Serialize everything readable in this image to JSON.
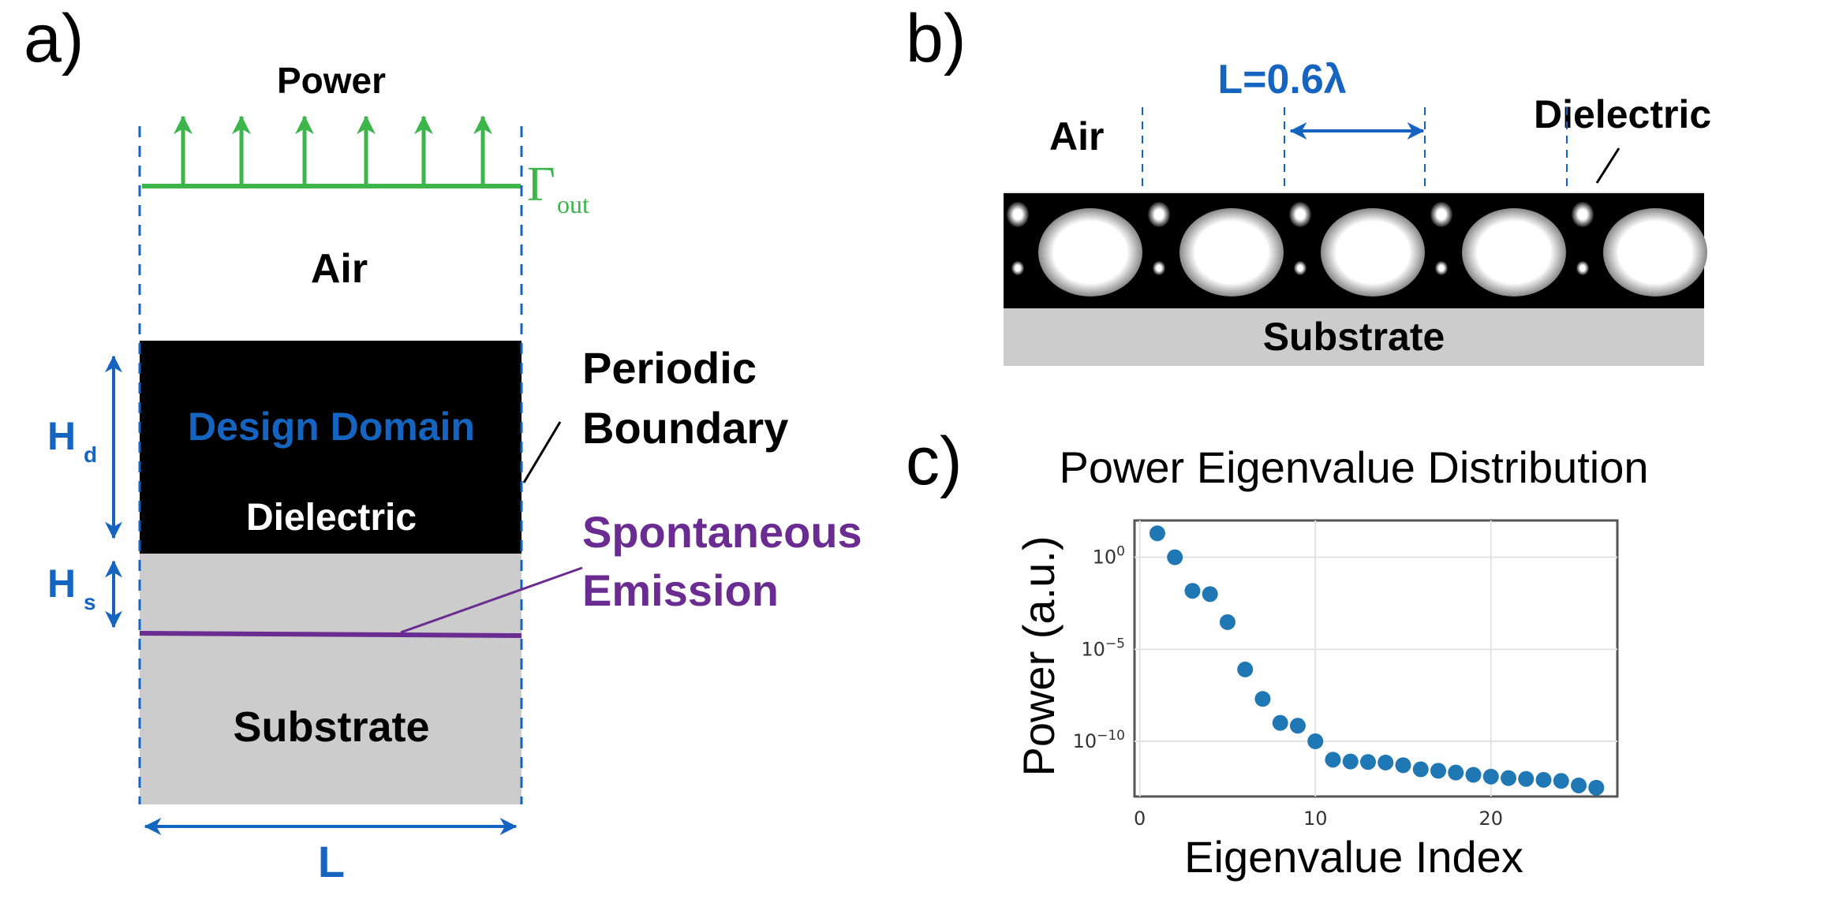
{
  "colors": {
    "blue": "#1565c0",
    "green": "#3cb54a",
    "purple": "#6a2c91",
    "gray": "#cccccc",
    "black": "#000000",
    "marker": "#1f77b4"
  },
  "panel_a": {
    "letter": "a)",
    "power": "Power",
    "gamma": "Γ",
    "gamma_sub": "out",
    "air": "Air",
    "design_domain": "Design Domain",
    "dielectric": "Dielectric",
    "substrate": "Substrate",
    "periodic_line1": "Periodic",
    "periodic_line2": "Boundary",
    "spont_line1": "Spontaneous",
    "spont_line2": "Emission",
    "hd": "H",
    "hd_sub": "d",
    "hs": "H",
    "hs_sub": "s",
    "length": "L"
  },
  "panel_b": {
    "letter": "b)",
    "period_label": "L=0.6λ",
    "air": "Air",
    "dielectric": "Dielectric",
    "substrate": "Substrate"
  },
  "panel_c": {
    "letter": "c)"
  },
  "chart_data": {
    "type": "scatter",
    "title": "Power Eigenvalue Distribution",
    "xlabel": "Eigenvalue Index",
    "ylabel": "Power (a.u.)",
    "yscale": "log",
    "xlim": [
      -0.3,
      27.2
    ],
    "ylim": [
      1e-13,
      100.0
    ],
    "grid": true,
    "xticks": [
      {
        "value": 0,
        "label": "0"
      },
      {
        "value": 10,
        "label": "10"
      },
      {
        "value": 20,
        "label": "20"
      }
    ],
    "yticks": [
      {
        "value": 1,
        "base": "10",
        "exp": "0"
      },
      {
        "value": 1e-05,
        "base": "10",
        "exp": "−5"
      },
      {
        "value": 1e-10,
        "base": "10",
        "exp": "−10"
      }
    ],
    "x": [
      1,
      2,
      3,
      4,
      5,
      6,
      7,
      8,
      9,
      10,
      11,
      12,
      13,
      14,
      15,
      16,
      17,
      18,
      19,
      20,
      21,
      22,
      23,
      24,
      25,
      26
    ],
    "y": [
      20.0,
      1.0,
      0.015,
      0.01,
      0.0003,
      8e-07,
      2e-08,
      1e-09,
      7e-10,
      1e-10,
      1e-11,
      8e-12,
      7.5e-12,
      7e-12,
      5e-12,
      3e-12,
      2.5e-12,
      2e-12,
      1.5e-12,
      1.2e-12,
      1e-12,
      9e-13,
      8e-13,
      7e-13,
      4e-13,
      3e-13
    ]
  }
}
